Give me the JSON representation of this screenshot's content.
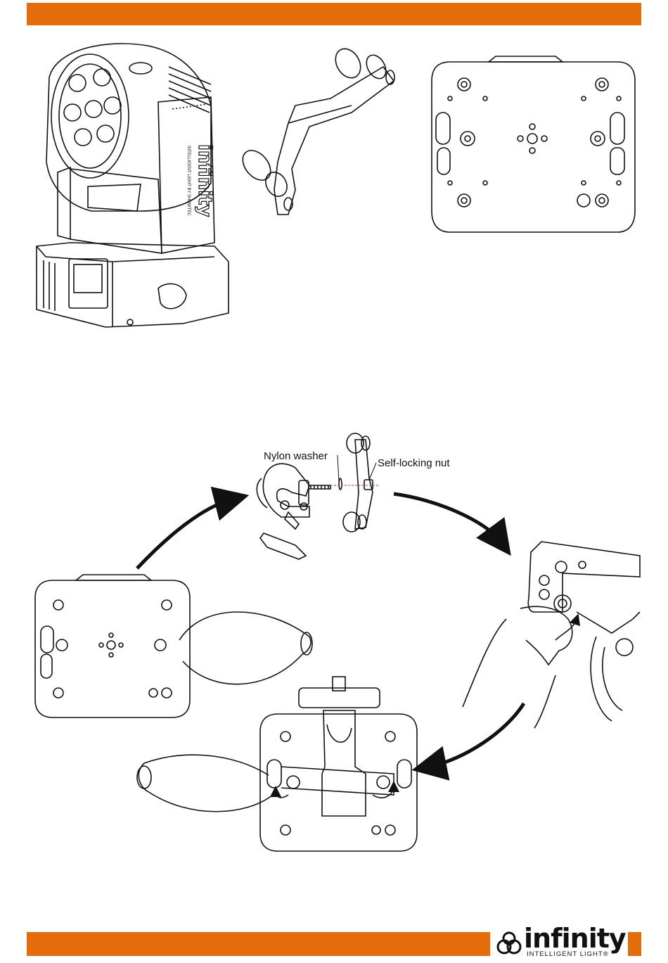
{
  "colors": {
    "brand_orange": "#E46C0A",
    "line": "#111111"
  },
  "callouts": {
    "nylon_washer": "Nylon washer",
    "self_locking_nut": "Self-locking nut"
  },
  "logo": {
    "word": "infinity",
    "tagline": "INTELLIGENT LIGHT",
    "registered": "®"
  },
  "fixture": {
    "side_lettering": "infinity",
    "side_sub_lettering": "INTELLIGENT LIGHT BY SHOWTEC"
  }
}
